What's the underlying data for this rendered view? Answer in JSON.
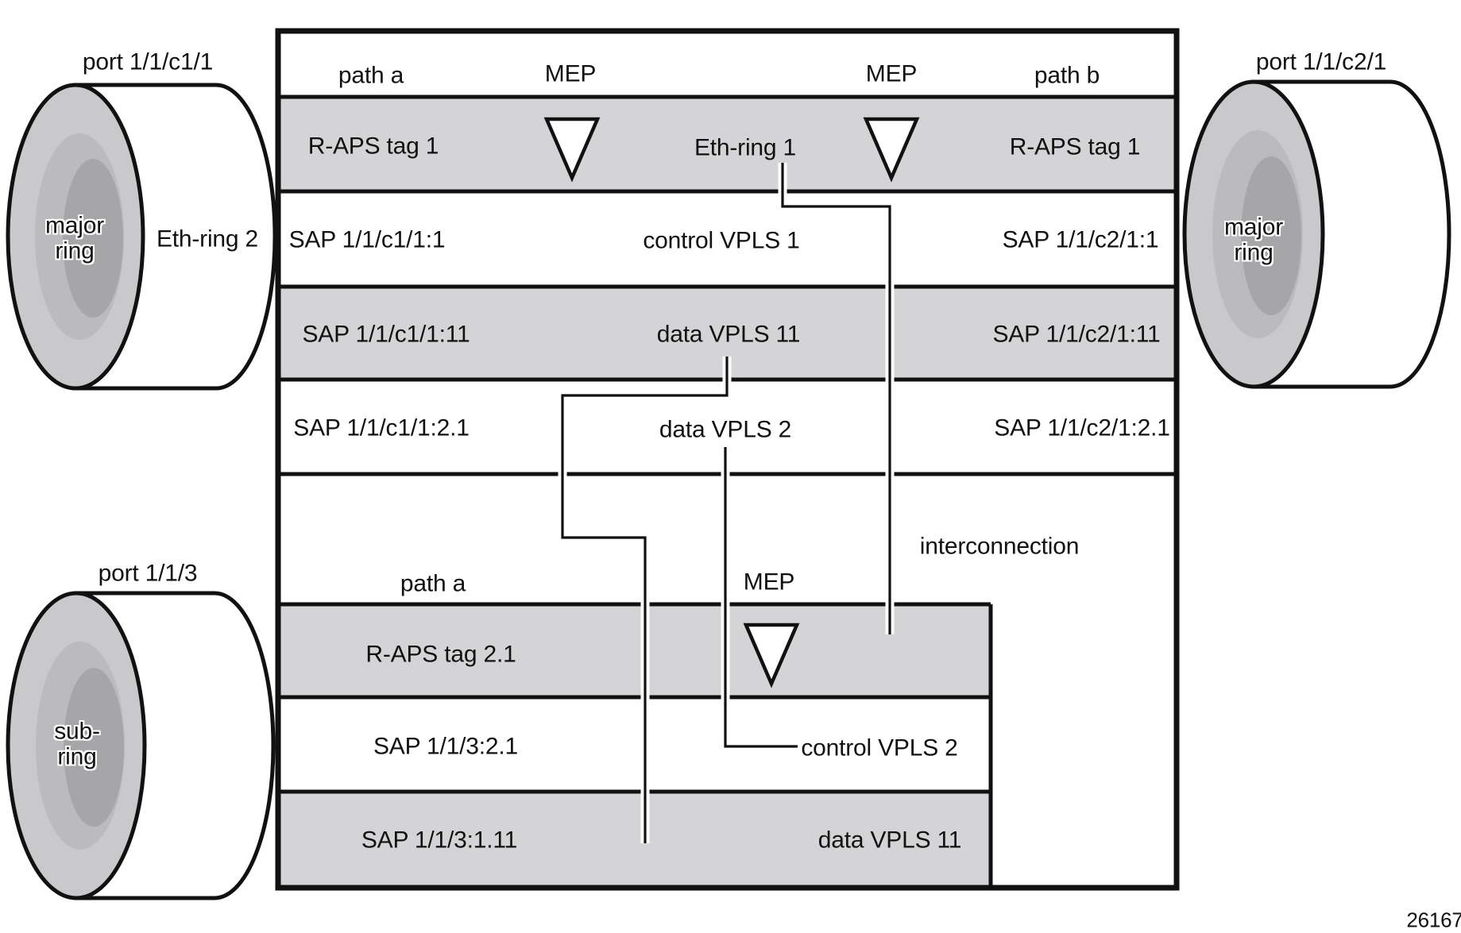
{
  "figure_number": "26167",
  "colors": {
    "row_gray": "#d4d4d6",
    "cylinder_outer": "#c9c9cb",
    "cylinder_mid": "#bbbbbd",
    "cylinder_inner": "#a6a6a8",
    "line": "#111111",
    "background": "#ffffff"
  },
  "cylinders": {
    "major_left": {
      "port_label": "port 1/1/c1/1",
      "face_label": "major\nring",
      "body_label": "Eth-ring 2"
    },
    "major_right": {
      "port_label": "port 1/1/c2/1",
      "face_label": "major\nring"
    },
    "sub": {
      "port_label": "port 1/1/3",
      "face_label": "sub-\nring"
    }
  },
  "main_ring": {
    "header": {
      "path_a": "path a",
      "mep_left": "MEP",
      "mep_right": "MEP",
      "path_b": "path b"
    },
    "rows": [
      {
        "left": "R-APS tag 1",
        "middle": "Eth-ring 1",
        "right": "R-APS tag 1"
      },
      {
        "left": "SAP 1/1/c1/1:1",
        "middle": "control VPLS 1",
        "right": "SAP 1/1/c2/1:1"
      },
      {
        "left": "SAP 1/1/c1/1:11",
        "middle": "data VPLS 11",
        "right": "SAP 1/1/c2/1:11"
      },
      {
        "left": "SAP 1/1/c1/1:2.1",
        "middle": "data VPLS 2",
        "right": "SAP 1/1/c2/1:2.1"
      }
    ]
  },
  "sub_ring_section": {
    "path_a": "path a",
    "mep": "MEP",
    "interconnection": "interconnection",
    "rows": [
      {
        "left": "R-APS tag 2.1"
      },
      {
        "left": "SAP 1/1/3:2.1",
        "middle": "control VPLS 2"
      },
      {
        "left": "SAP 1/1/3:1.11",
        "middle": "data VPLS 11"
      }
    ]
  }
}
